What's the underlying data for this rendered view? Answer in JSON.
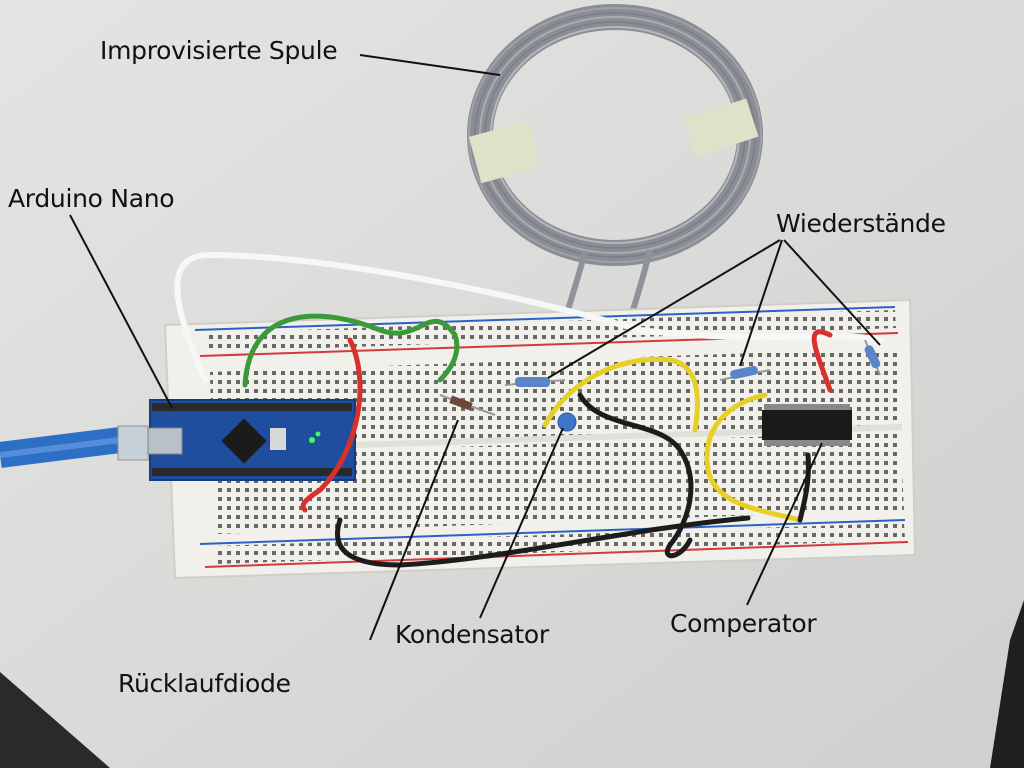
{
  "labels": {
    "spule": "Improvisierte Spule",
    "arduino": "Arduino Nano",
    "widerstaende": "Wiederstände",
    "kondensator": "Kondensator",
    "comperator": "Comperator",
    "diode": "Rücklaufdiode"
  },
  "colors": {
    "background": "#dcdcda",
    "breadboard": "#f1f0ea",
    "coil": "#8f9399",
    "usb_cable": "#2d6fc4",
    "arduino_board": "#1f4e9e",
    "wire_green": "#3a9a3a",
    "wire_red": "#d9302b",
    "wire_yellow": "#e7cf25",
    "wire_black": "#1c1c1c",
    "wire_white": "#f7f7f7",
    "annotation_line": "#111111"
  }
}
